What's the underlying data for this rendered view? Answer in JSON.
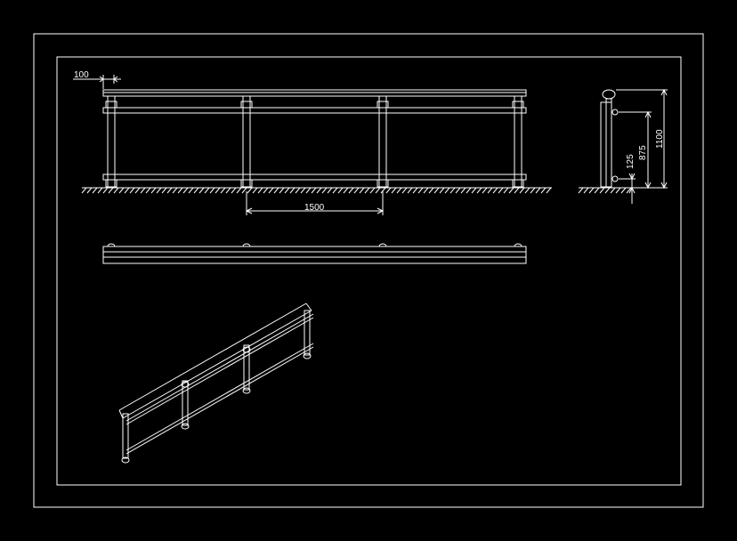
{
  "colors": {
    "background": "#000000",
    "line": "#ffffff"
  },
  "dimensions": {
    "overhang": "100",
    "post_spacing": "1500",
    "rail_low": "125",
    "rail_mid": "875",
    "total_height": "1100"
  }
}
